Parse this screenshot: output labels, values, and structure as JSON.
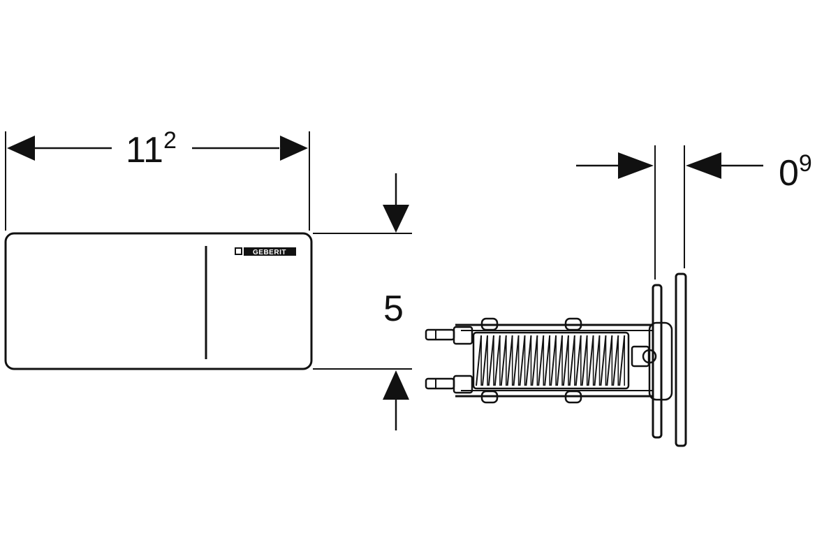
{
  "dimensions": {
    "width_main": "11",
    "width_sup": "2",
    "height": "5",
    "depth_main": "0",
    "depth_sup": "9"
  },
  "plate": {
    "logo_text": "GEBERIT"
  },
  "colors": {
    "line": "#111111",
    "background": "#ffffff"
  }
}
